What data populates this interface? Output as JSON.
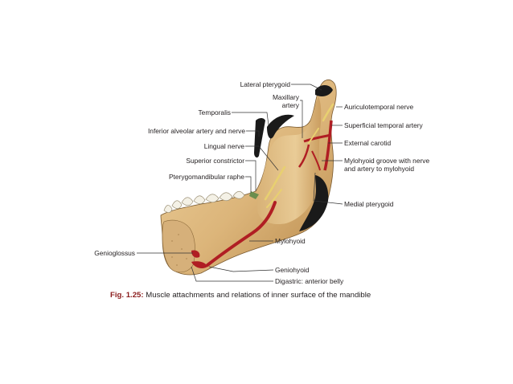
{
  "figure": {
    "labels": {
      "lateral_pterygoid": "Lateral pterygoid",
      "maxillary_artery": "Maxillary\nartery",
      "temporalis": "Temporalis",
      "inferior_alveolar": "Inferior alveolar artery and nerve",
      "lingual_nerve": "Lingual nerve",
      "superior_constrictor": "Superior constrictor",
      "pterygomandibular_raphe": "Pterygomandibular raphe",
      "genioglossus": "Genioglossus",
      "auriculotemporal": "Auriculotemporal nerve",
      "superficial_temporal": "Superficial temporal artery",
      "external_carotid": "External carotid",
      "mylohyoid_groove": "Mylohyoid groove with nerve\nand artery to mylohyoid",
      "medial_pterygoid": "Medial pterygoid",
      "mylohyoid": "Mylohyoid",
      "geniohyoid": "Geniohyoid",
      "digastric": "Digastric: anterior belly"
    },
    "caption": {
      "number": "Fig. 1.25:",
      "text": " Muscle attachments and relations of inner surface of the mandible"
    },
    "colors": {
      "bone": "#e3c28b",
      "bone_shade": "#c99b5a",
      "muscle_black": "#1a1a1a",
      "artery_red": "#b01e23",
      "nerve_yellow": "#e8d070",
      "leader": "#333333"
    }
  }
}
